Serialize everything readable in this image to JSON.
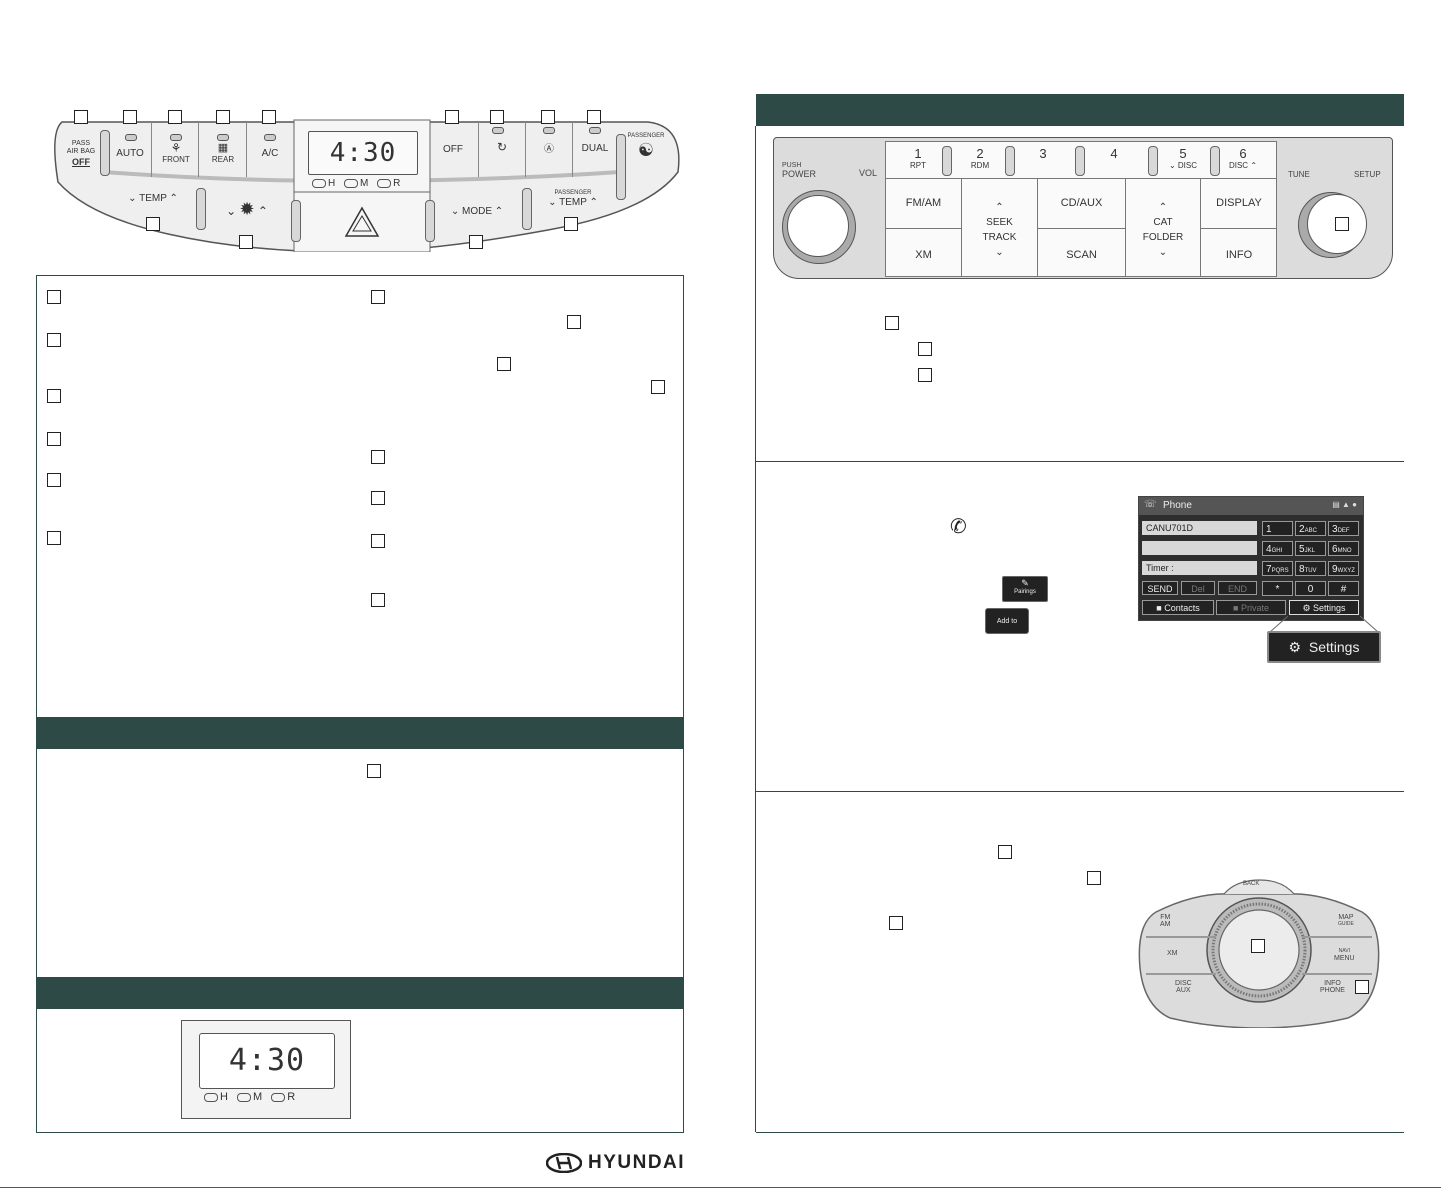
{
  "climate_panel": {
    "pass_airbag": [
      "PASS",
      "AIR BAG",
      "OFF"
    ],
    "auto": "AUTO",
    "front": "FRONT",
    "rear": "REAR",
    "ac": "A/C",
    "display_time": "4:30",
    "h": "H",
    "m": "M",
    "r": "R",
    "off": "OFF",
    "dual": "DUAL",
    "passenger": "PASSENGER",
    "temp": "TEMP",
    "mode": "MODE",
    "passenger_temp_top": "PASSENGER",
    "passenger_temp": "TEMP"
  },
  "radio_panel": {
    "push": "PUSH",
    "power": "POWER",
    "vol": "VOL",
    "presets": [
      {
        "num": "1",
        "sub": "RPT"
      },
      {
        "num": "2",
        "sub": "RDM"
      },
      {
        "num": "3",
        "sub": ""
      },
      {
        "num": "4",
        "sub": ""
      },
      {
        "num": "5",
        "sub": "DISC"
      },
      {
        "num": "6",
        "sub": "DISC"
      }
    ],
    "fm_am": "FM/AM",
    "xm": "XM",
    "seek": "SEEK",
    "track": "TRACK",
    "cd_aux": "CD/AUX",
    "scan": "SCAN",
    "cat": "CAT",
    "folder": "FOLDER",
    "display": "DISPLAY",
    "info": "INFO",
    "tune": "TUNE",
    "setup": "SETUP"
  },
  "phone_screen": {
    "title": "Phone",
    "field1": "CANU701D",
    "field3": "Timer :",
    "keys": [
      [
        "1",
        ""
      ],
      [
        "2",
        "ABC"
      ],
      [
        "3",
        "DEF"
      ],
      [
        "4",
        "GHI"
      ],
      [
        "5",
        "JKL"
      ],
      [
        "6",
        "MNO"
      ],
      [
        "7",
        "PQRS"
      ],
      [
        "8",
        "TUV"
      ],
      [
        "9",
        "WXYZ"
      ],
      [
        "*",
        ""
      ],
      [
        "0",
        ""
      ],
      [
        "#",
        ""
      ]
    ],
    "send": "SEND",
    "del": "Del",
    "end": "END",
    "contacts": "Contacts",
    "private": "Private",
    "settings": "Settings",
    "settings_zoom": "Settings",
    "pairings_btn": "Pairings",
    "add_to_btn": "Add to"
  },
  "nav_controller": {
    "back": "BACK",
    "fm_am": [
      "FM",
      "AM"
    ],
    "xm": "XM",
    "disc_aux": [
      "DISC",
      "AUX"
    ],
    "map_guide": [
      "MAP",
      "GUIDE"
    ],
    "navi_menu": [
      "NAVI",
      "MENU"
    ],
    "info_phone": [
      "INFO",
      "PHONE"
    ]
  },
  "clock_display": {
    "time": "4:30",
    "h": "H",
    "m": "M",
    "r": "R"
  },
  "brand": "HYUNDAI",
  "colors": {
    "section_bar": "#2d4a46",
    "panel": "#ececec"
  }
}
